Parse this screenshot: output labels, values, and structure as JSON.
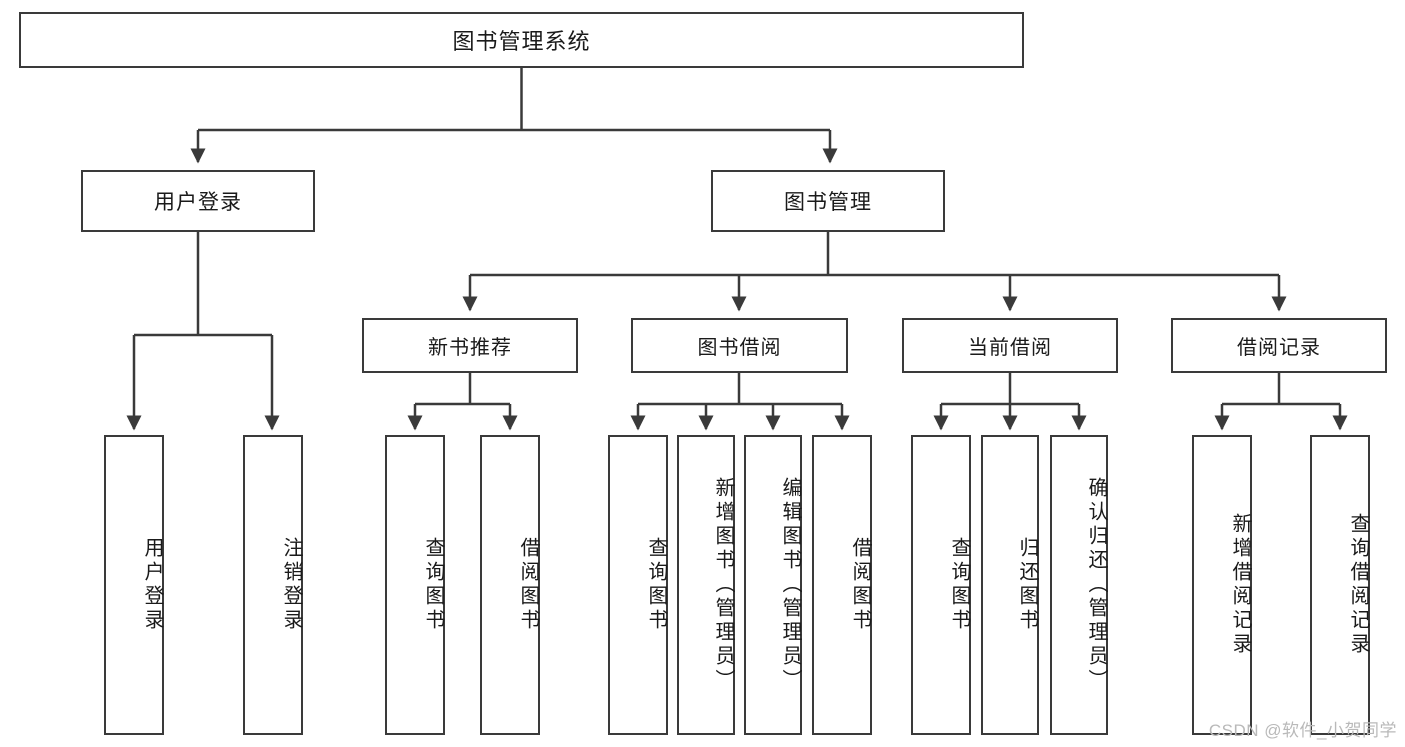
{
  "diagram": {
    "title": "图书管理系统",
    "type": "tree-hierarchy",
    "watermark": "CSDN @软件_小贺同学",
    "colors": {
      "background": "#ffffff",
      "box_border": "#3a3a3a",
      "box_fill": "#ffffff",
      "text": "#1a1a1a",
      "connector": "#3a3a3a",
      "watermark": "#b9b9b9"
    }
  },
  "root": {
    "label": "图书管理系统"
  },
  "level2": [
    {
      "label": "用户登录"
    },
    {
      "label": "图书管理"
    }
  ],
  "level3": [
    {
      "label": "新书推荐"
    },
    {
      "label": "图书借阅"
    },
    {
      "label": "当前借阅"
    },
    {
      "label": "借阅记录"
    }
  ],
  "leaves": {
    "user_login": [
      {
        "label": "用户登录"
      },
      {
        "label": "注销登录"
      }
    ],
    "new_book_recommend": [
      {
        "label": "查询图书"
      },
      {
        "label": "借阅图书"
      }
    ],
    "book_borrow": [
      {
        "label": "查询图书"
      },
      {
        "label": "新增图书（管理员）"
      },
      {
        "label": "编辑图书（管理员）"
      },
      {
        "label": "借阅图书"
      }
    ],
    "current_borrow": [
      {
        "label": "查询图书"
      },
      {
        "label": "归还图书"
      },
      {
        "label": "确认归还（管理员）"
      }
    ],
    "borrow_records": [
      {
        "label": "新增借阅记录"
      },
      {
        "label": "查询借阅记录"
      }
    ]
  }
}
